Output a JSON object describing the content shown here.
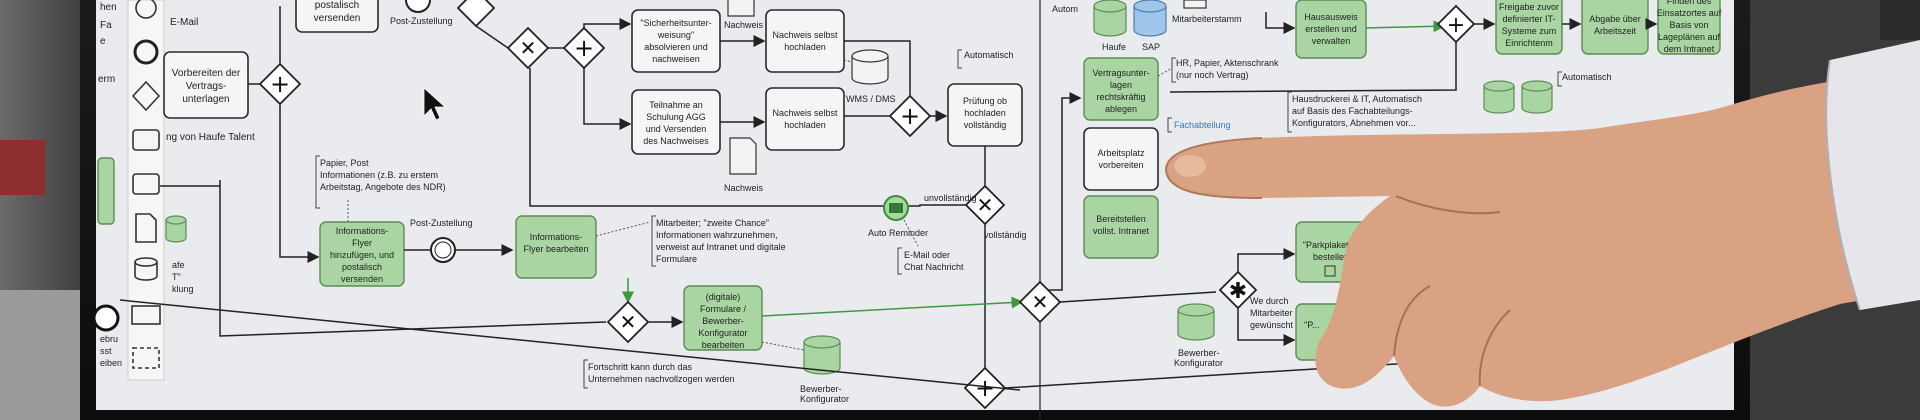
{
  "palette": {
    "lines": [
      "Post-Zustellung",
      "E-Mail"
    ]
  },
  "lane_top": {
    "row1": "postalisch versenden",
    "row2": "Post-Zustellung",
    "vorbereiten": "Vorbereiten der Vertrags- unterlagen",
    "haufe_talent": "ng von Haufe Talent"
  },
  "tasks": {
    "sicherheit": "\"Sicherheitsunterweisung\" absolvieren und nachweisen",
    "nachweis1": "Nachweis selbst hochladen",
    "schulung": "Teilnahme an Schulung AGG und Versenden des Nachweises",
    "nachweis2": "Nachweis selbst hochladen",
    "pruefung": "Prüfung ob hochladen vollständig",
    "info_flyer": "Informations-Flyer hinzufügen, und postalisch versenden",
    "info_bearbeiten": "Informations-Flyer bearbeiten",
    "formulare": "(digitale) Formulare / Bewerber-Konfigurator bearbeiten",
    "vertrag": "Vertragsunterlagen rechtskräftig ablegen",
    "arbeitsplatz": "Arbeitsplatz vorbereiten",
    "bereitstellen": "Bereitstellen vollst. Intranet",
    "hausausweis": "Hausausweis erstellen und verwalten",
    "freigabe": "Freigabe zuvor definierter IT-Systeme zum Einrichtenm",
    "abgabe": "Abgabe über Arbeitszeit",
    "finden": "Finden des Einsatzortes auf Basis von Lageplänen auf dem Intranet",
    "parkplakette": "\"Parkplakette\" bestellen",
    "rest": "\"P..."
  },
  "labels": {
    "nachweis": "Nachweis",
    "wms": "WMS / DMS",
    "automatisch1": "Automatisch",
    "automatisch2": "Automatisch",
    "unvollstaendig": "unvollständig",
    "vollstaendig": "vollständig",
    "auto_reminder": "Auto Reminder",
    "email_chat": "E-Mail oder Chat Nachricht",
    "post_zustellung": "Post-Zustellung",
    "papier": "Papier, Post Informationen (z.B. zu erstem Arbeitstag, Angebote des NDR)",
    "mitarbeiter": "Mitarbeiter; \"zweite Chance\" Informationen wahrzunehmen, verweist auf Intranet und digitale Formulare",
    "fortschritt": "Fortschritt kann durch das Unternehmen nachvollzogen werden",
    "bewerber_konf": "Bewerber-Konfigurator",
    "bewerber_konf2": "Bewerber-Konfigurator",
    "autom": "Autom",
    "haufe": "Haufe",
    "sap": "SAP",
    "mitarbeiterstamm": "Mitarbeiterstamm",
    "hr_papier": "HR, Papier, Aktenschrank (nur noch Vertrag)",
    "fachabteilung": "Fachabteilung",
    "hausdruckerei": "Hausdruckerei & IT, Automatisch auf Basis des Fachabteilungs-Konfigurators, Abnehmen vor...",
    "we_durch": "We durch Mitarbeiter gewünscht",
    "automatisch3": "Automatisch"
  },
  "left_fragments": {
    "a": "hen",
    "b": "Fa",
    "c": "e",
    "d": "erm",
    "e": "afe",
    "f": "T\"",
    "g": "klung",
    "h": "ebru",
    "i": "sst",
    "j": "eiben"
  }
}
